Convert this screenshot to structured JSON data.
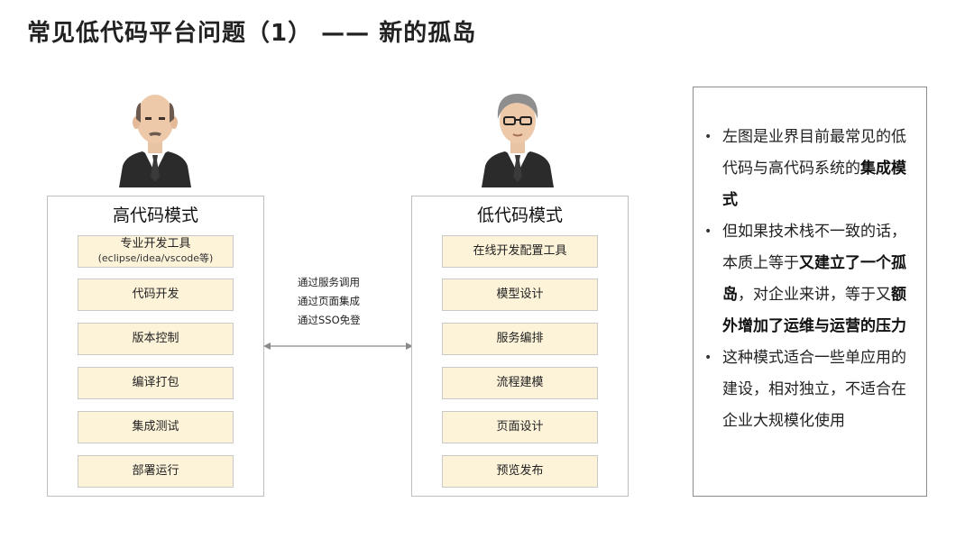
{
  "slide": {
    "title": "常见低代码平台问题（1） —— 新的孤岛"
  },
  "high_code": {
    "title": "高代码模式",
    "steps": [
      {
        "label": "专业开发工具",
        "sub": "(eclipse/idea/vscode等)"
      },
      {
        "label": "代码开发"
      },
      {
        "label": "版本控制"
      },
      {
        "label": "编译打包"
      },
      {
        "label": "集成测试"
      },
      {
        "label": "部署运行"
      }
    ]
  },
  "low_code": {
    "title": "低代码模式",
    "steps": [
      {
        "label": "在线开发配置工具"
      },
      {
        "label": "模型设计"
      },
      {
        "label": "服务编排"
      },
      {
        "label": "流程建模"
      },
      {
        "label": "页面设计"
      },
      {
        "label": "预览发布"
      }
    ]
  },
  "integration": {
    "lines": [
      "通过服务调用",
      "通过页面集成",
      "通过SSO免登"
    ]
  },
  "notes": {
    "b1": {
      "t1": "左图是业界目前最常见的低代码与高代码系统的",
      "b1": "集成模式"
    },
    "b2": {
      "t1": "但如果技术栈不一致的话，本质上等于",
      "b1": "又建立了一个孤岛",
      "t2": "，对企业来讲，等于又",
      "b2": "额外增加了运维与运营的压力"
    },
    "b3": {
      "t1": "这种模式适合一些单应用的建设，相对独立，不适合在企业大规模化使用"
    }
  },
  "colors": {
    "step_fill": "#fdf3d9",
    "border": "#bdbdbd",
    "suit": "#2b2b2b"
  }
}
